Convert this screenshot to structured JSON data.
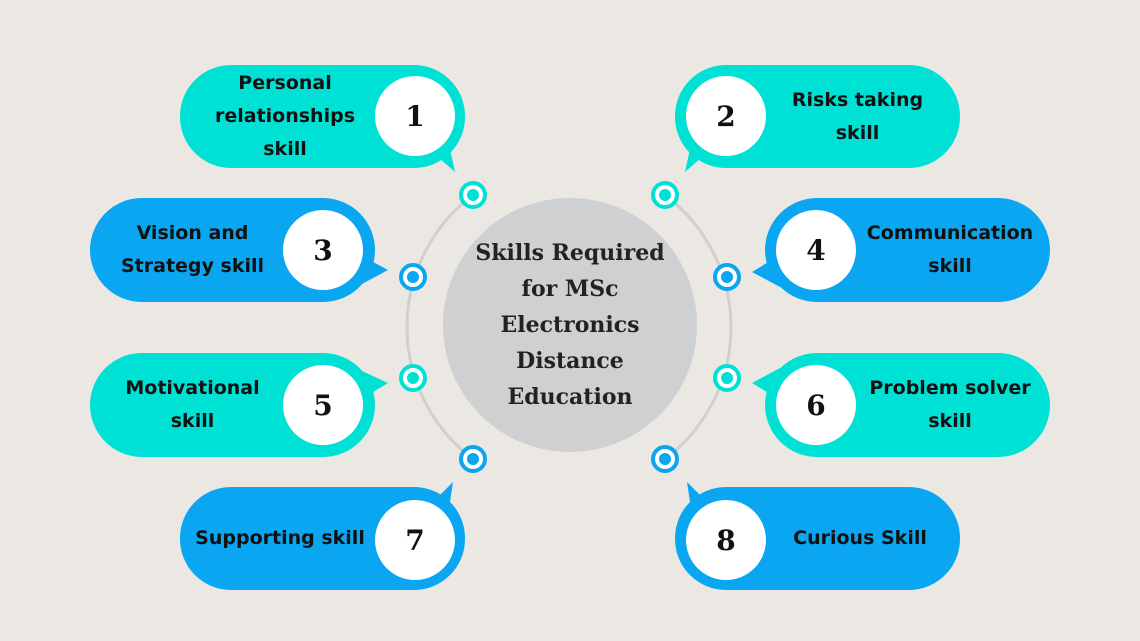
{
  "title": "Skills Required for MSc Electronics Distance Education",
  "colors": {
    "teal": "#00e1d6",
    "blue": "#0aa6f2",
    "center": "#cfd0d2",
    "background": "#ebe8e3"
  },
  "skills": [
    {
      "number": "1",
      "label": "Personal relationships skill",
      "color": "teal"
    },
    {
      "number": "2",
      "label": "Risks taking skill",
      "color": "teal"
    },
    {
      "number": "3",
      "label": "Vision and Strategy skill",
      "color": "blue"
    },
    {
      "number": "4",
      "label": "Communication skill",
      "color": "blue"
    },
    {
      "number": "5",
      "label": "Motivational skill",
      "color": "teal"
    },
    {
      "number": "6",
      "label": "Problem solver skill",
      "color": "teal"
    },
    {
      "number": "7",
      "label": "Supporting skill",
      "color": "blue"
    },
    {
      "number": "8",
      "label": "Curious Skill",
      "color": "blue"
    }
  ]
}
